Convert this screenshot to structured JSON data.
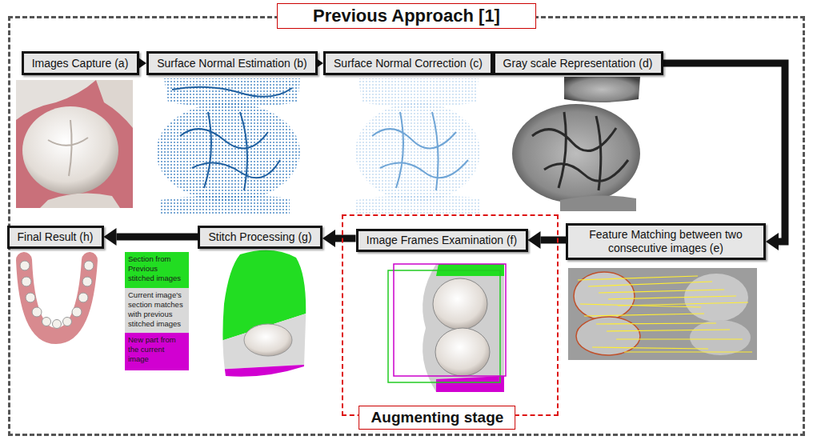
{
  "diagram": {
    "nodes": [
      {
        "text": [
          "Previous Approach [1]"
        ]
      },
      {
        "text": [
          "Images Capture (a)"
        ],
        "in": 0
      },
      {
        "text": [
          "Surface Normal Estimation (b)"
        ],
        "in": 0
      },
      {
        "text": [
          "Surface Normal Correction (c)"
        ],
        "in": 0
      },
      {
        "text": [
          "Gray scale Representation (d)"
        ],
        "in": 0
      },
      {
        "text": [
          "Feature Matching between two consecutive images (e)"
        ],
        "in": 0
      },
      {
        "text": [
          "Augmenting stage"
        ],
        "in": 0
      },
      {
        "text": [
          "Image Frames Examination (f)"
        ],
        "in": 6
      },
      {
        "text": [
          "Stitch Processing (g)"
        ],
        "in": 0
      },
      {
        "text": [
          "Final Result (h)"
        ],
        "in": 0
      }
    ],
    "edges": [
      {
        "from": 1,
        "to": 2,
        "arrow": "to"
      },
      {
        "from": 2,
        "to": 3,
        "arrow": "to"
      },
      {
        "from": 3,
        "to": 4,
        "arrow": "to"
      },
      {
        "from": 4,
        "to": 5,
        "arrow": "to"
      },
      {
        "from": 5,
        "to": 7,
        "arrow": "to"
      },
      {
        "from": 7,
        "to": 8,
        "arrow": "to"
      },
      {
        "from": 8,
        "to": 9,
        "arrow": "to"
      }
    ],
    "legend": [
      {
        "text": "Section from Previous stitched images",
        "color": "#22dd22"
      },
      {
        "text": "Current image's section matches with previous stitched images",
        "color": "#d9d9d9"
      },
      {
        "text": "New part from the current image",
        "color": "#d100d1"
      }
    ]
  }
}
